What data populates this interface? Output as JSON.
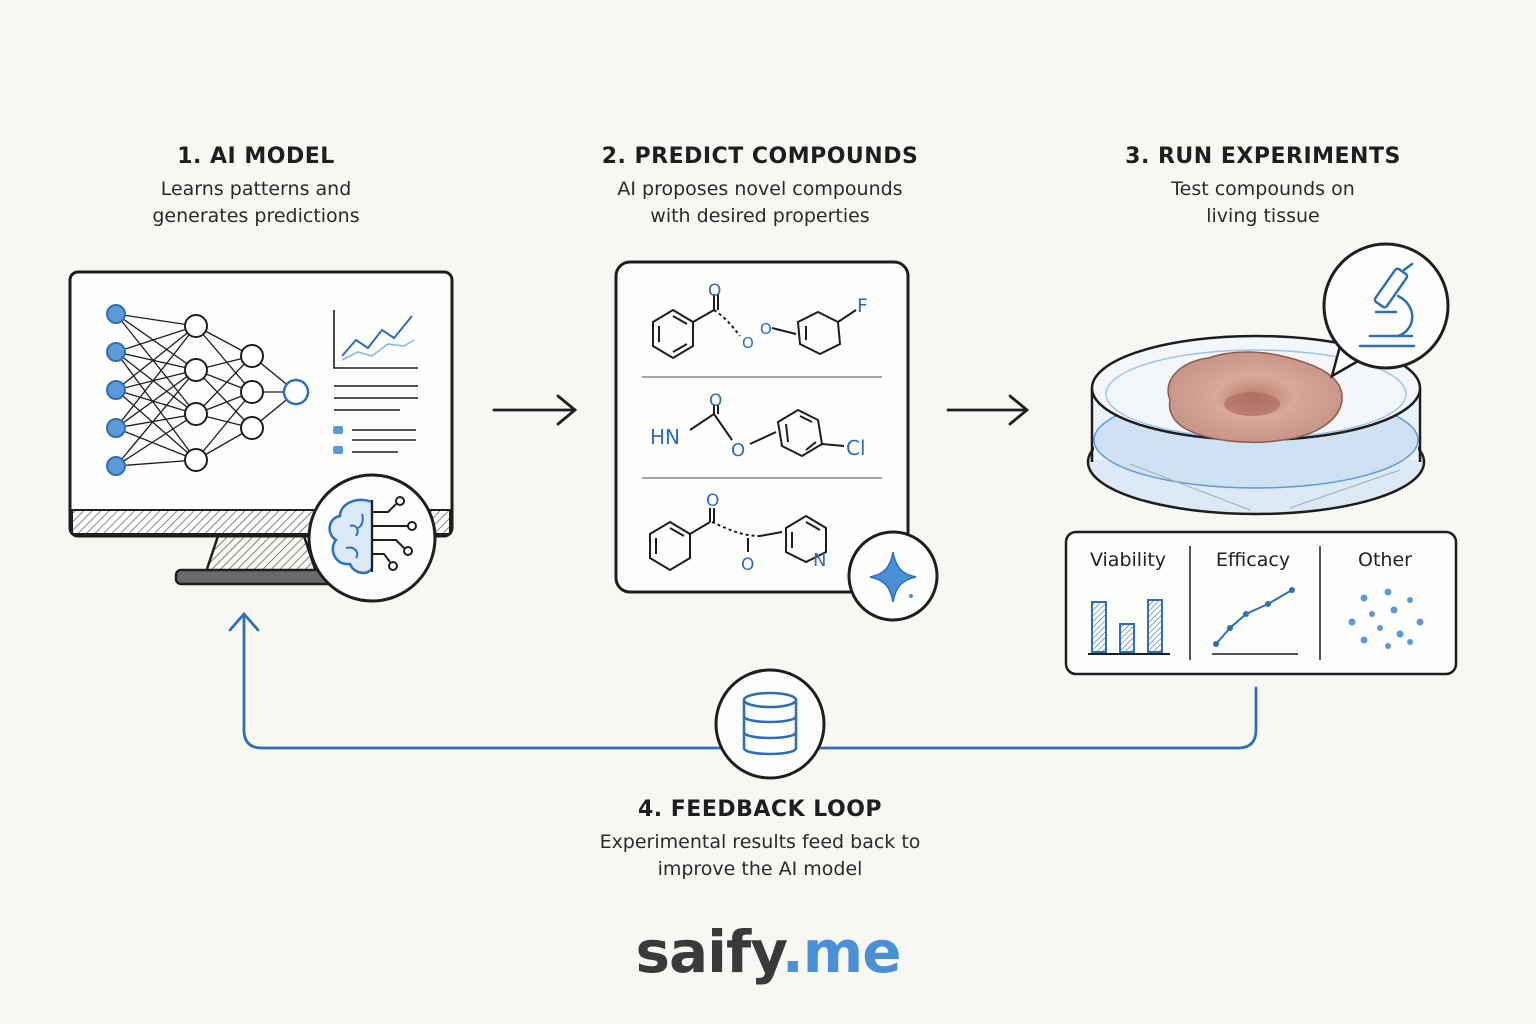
{
  "steps": [
    {
      "title": "1. AI MODEL",
      "desc": [
        "Learns patterns and",
        "generates predictions"
      ]
    },
    {
      "title": "2. PREDICT COMPOUNDS",
      "desc": [
        "AI proposes novel compounds",
        "with desired properties"
      ]
    },
    {
      "title": "3. RUN EXPERIMENTS",
      "desc": [
        "Test compounds on",
        "living tissue"
      ]
    },
    {
      "title": "4. FEEDBACK LOOP",
      "desc": [
        "Experimental results feed back to",
        "improve the AI model"
      ]
    }
  ],
  "compounds": [
    {
      "atoms": [
        "O",
        "O",
        "O",
        "F"
      ]
    },
    {
      "atoms": [
        "O",
        "HN",
        "O",
        "Cl"
      ]
    },
    {
      "atoms": [
        "O",
        "O",
        "N"
      ]
    }
  ],
  "results": {
    "panels": [
      "Viability",
      "Efficacy",
      "Other"
    ]
  },
  "brand": {
    "part1": "saify",
    "part2": ".me"
  },
  "icons": [
    "brain-circuit-icon",
    "sparkle-icon",
    "microscope-icon",
    "database-icon"
  ],
  "colors": {
    "accent": "#2f6fb5",
    "brand_accent": "#4a90d9",
    "ink": "#222222"
  }
}
